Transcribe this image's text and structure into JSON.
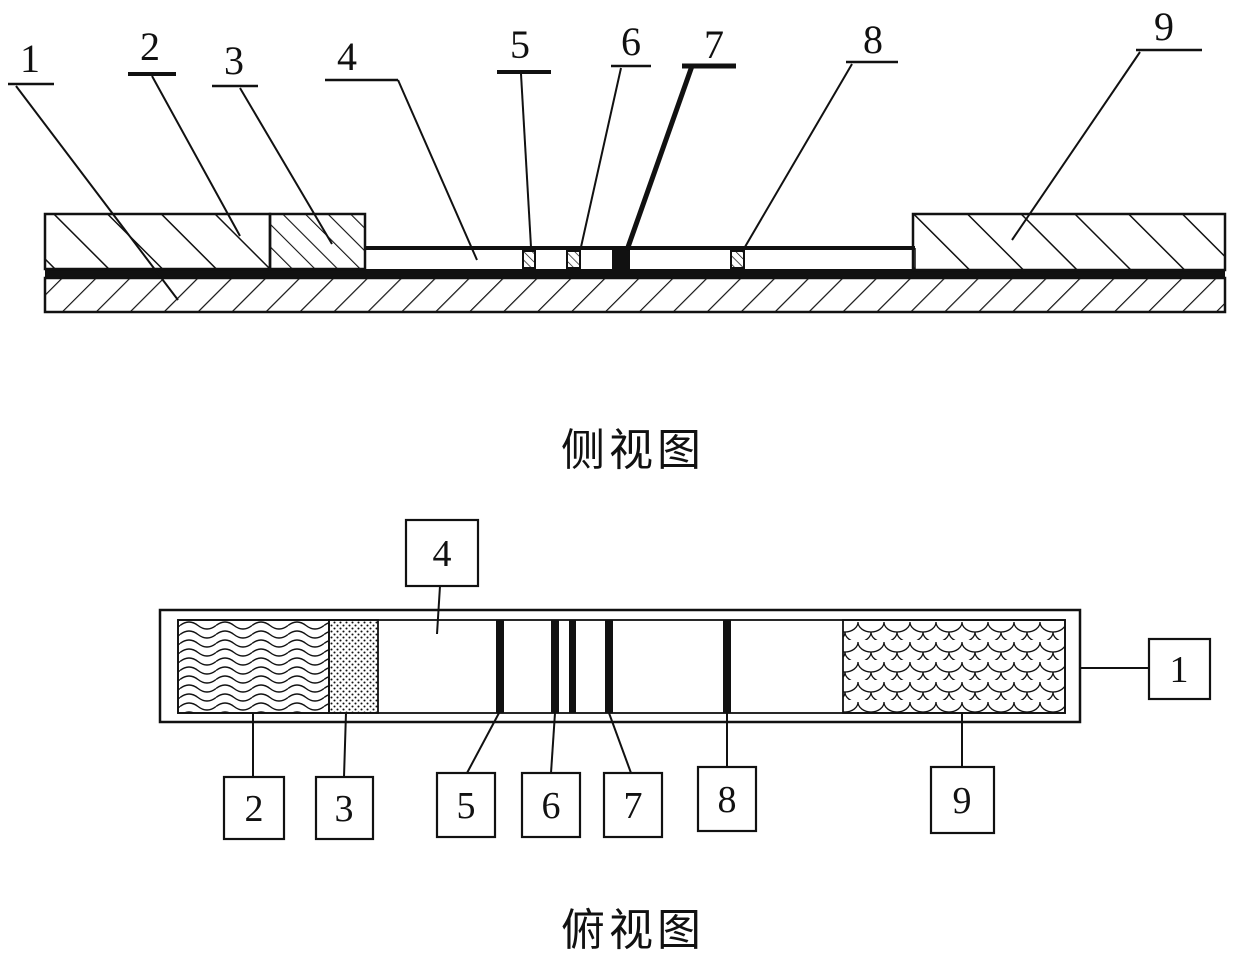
{
  "captions": {
    "side": "侧视图",
    "top": "俯视图"
  },
  "labels": [
    "1",
    "2",
    "3",
    "4",
    "5",
    "6",
    "7",
    "8",
    "9"
  ],
  "colors": {
    "ink": "#111111",
    "paper": "#ffffff"
  }
}
